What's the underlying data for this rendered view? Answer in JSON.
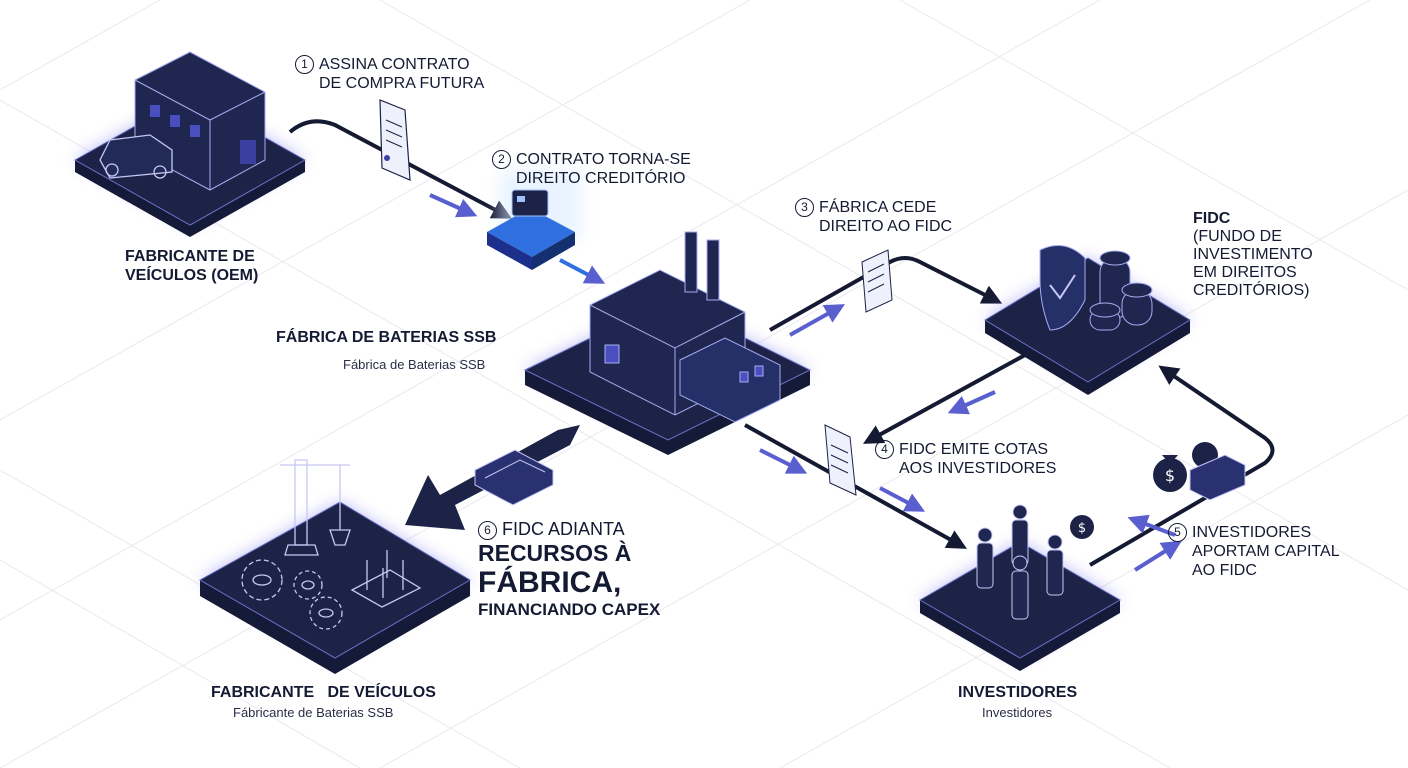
{
  "colors": {
    "platform": "#1c2347",
    "accent": "#5a5fd0",
    "glow": "#8f8cf0",
    "highlight": "#2f6fe0",
    "line": "#151a33"
  },
  "nodes": {
    "oem": {
      "title_1": "FABRICANTE DE",
      "title_2": "VEÍCULOS (OEM)"
    },
    "factory": {
      "title": "FÁBRICA DE BATERIAS SSB",
      "subtitle": "Fábrica de Baterias SSB"
    },
    "fidc": {
      "line1": "FIDC",
      "line2": "(FUNDO DE",
      "line3": "INVESTIMENTO",
      "line4": "EM DIREITOS",
      "line5": "CREDITÓRIOS)"
    },
    "construction": {
      "title": "FABRICANTE   DE VEÍCULOS",
      "subtitle": "Fábricante de Baterias SSB"
    },
    "investors": {
      "title": "INVESTIDORES",
      "subtitle": "Investidores"
    }
  },
  "steps": [
    {
      "num": "1",
      "line1": "ASSINA CONTRATO",
      "line2": "DE COMPRA FUTURA"
    },
    {
      "num": "2",
      "line1": "CONTRATO TORNA-SE",
      "line2": "DIREITO CREDITÓRIO"
    },
    {
      "num": "3",
      "line1": "FÁBRICA CEDE",
      "line2": "DIREITO AO FIDC"
    },
    {
      "num": "4",
      "line1": "FIDC EMITE COTAS",
      "line2": "AOS INVESTIDORES"
    },
    {
      "num": "5",
      "line1": "INVESTIDORES",
      "line2": "APORTAM CAPITAL",
      "line3": "AO FIDC"
    },
    {
      "num": "6",
      "line1": "FIDC ADIANTA",
      "line2": "RECURSOS À",
      "line3": "FÁBRICA,",
      "line4": "FINANCIANDO CAPEX"
    }
  ],
  "icons": [
    "building-icon",
    "car-icon",
    "document-icon",
    "credit-card-icon",
    "factory-icon",
    "shield-check-icon",
    "coin-stack-icon",
    "money-bag-icon",
    "people-icon",
    "crane-icon",
    "gear-icon",
    "cash-icon"
  ]
}
